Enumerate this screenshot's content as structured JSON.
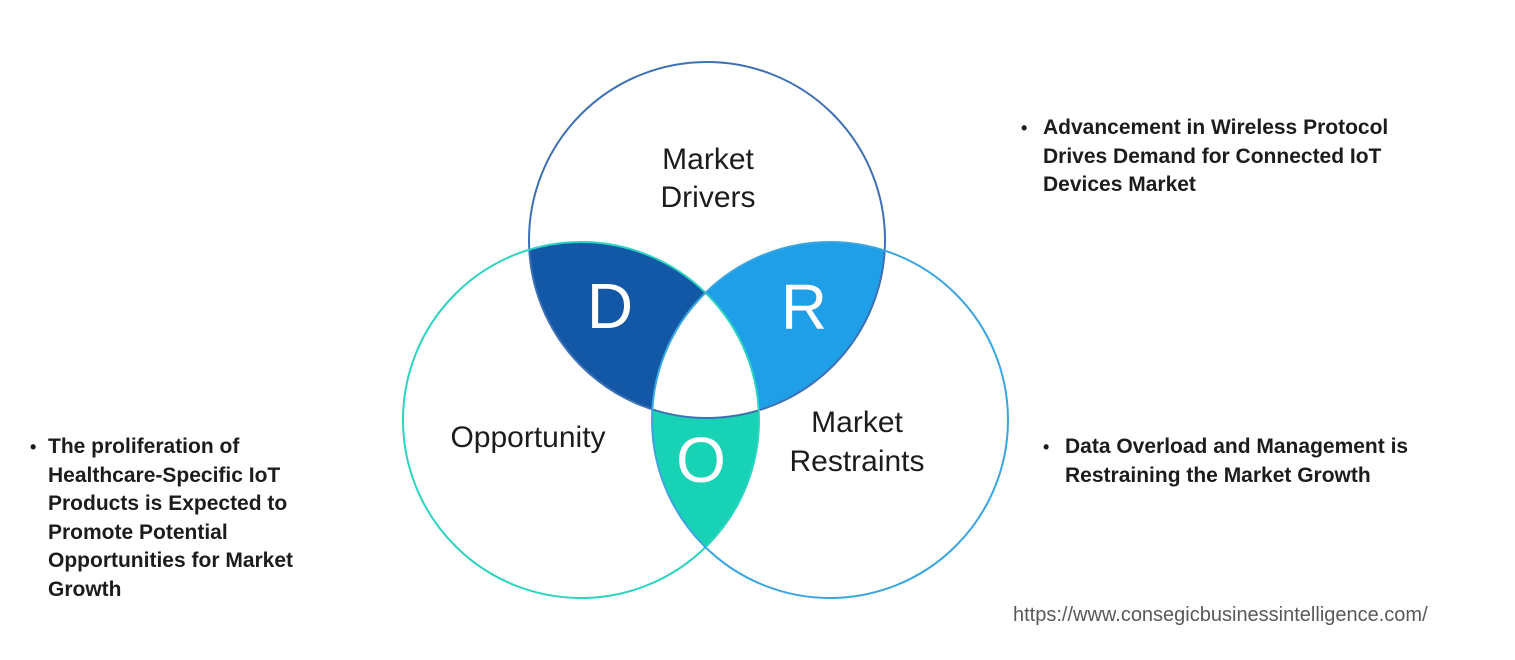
{
  "colors": {
    "background": "#ffffff",
    "text": "#1c1c1c",
    "letter_text": "#ffffff",
    "url_text": "#58595b",
    "drivers_outline": "#3e70b4",
    "opportunity_outline": "#2bd4c0",
    "restraints_outline": "#3aa5e0",
    "drivers_overlap_fill": "#1358a6",
    "restraints_overlap_fill": "#1e9fe8",
    "opportunity_overlap_fill": "#17d2b4",
    "triple_overlap_fill": "#ffffff"
  },
  "venn": {
    "circles": {
      "drivers": {
        "label_lines": [
          "Market",
          "Drivers"
        ]
      },
      "opportunity": {
        "label": "Opportunity"
      },
      "restraints": {
        "label_lines": [
          "Market",
          "Restraints"
        ]
      }
    },
    "letters": {
      "drivers": "D",
      "restraints": "R",
      "opportunity": "O"
    }
  },
  "annotations": {
    "bullet_char": "•",
    "left": {
      "lines": [
        "The proliferation of",
        "Healthcare-Specific IoT",
        "Products is Expected to",
        "Promote Potential",
        "Opportunities for Market",
        "Growth"
      ]
    },
    "right_top": {
      "lines": [
        "Advancement in Wireless Protocol",
        "Drives Demand for Connected IoT",
        "Devices Market"
      ]
    },
    "right_bottom": {
      "lines": [
        "Data Overload and Management is",
        "Restraining the Market Growth"
      ]
    }
  },
  "footer": {
    "url": "https://www.consegicbusinessintelligence.com/"
  }
}
